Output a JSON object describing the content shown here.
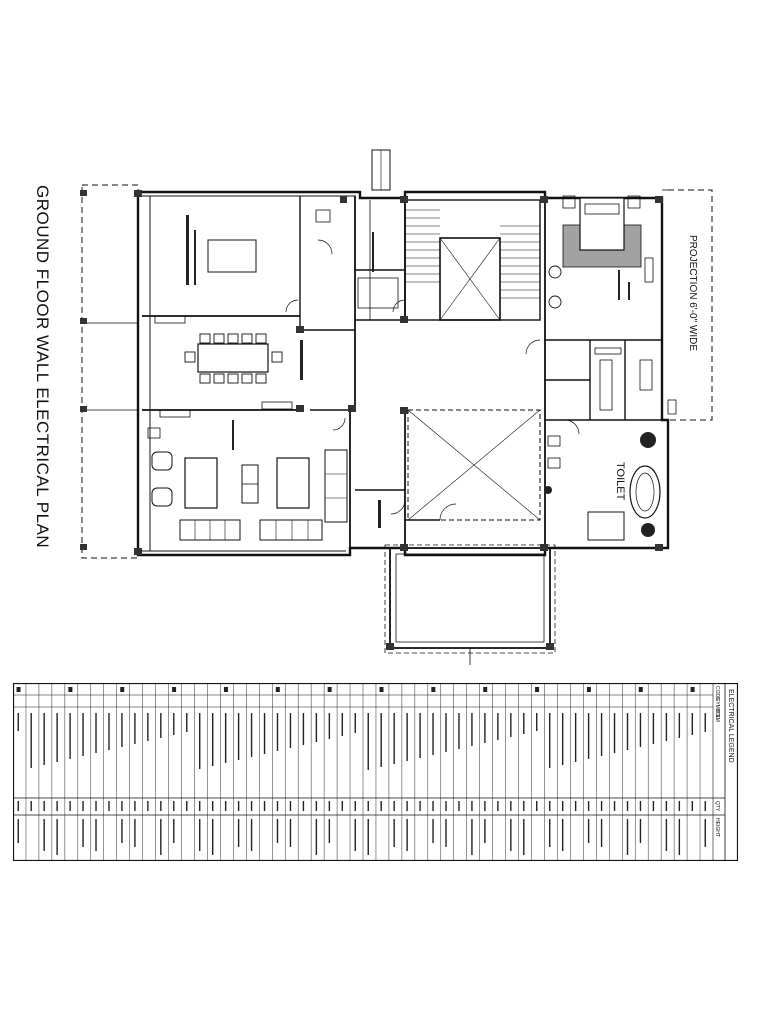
{
  "title": "GROUND FLOOR WALL ELECTRICAL PLAN",
  "rooms": {
    "toilet": "TOILET",
    "projection": "PROJECTION 6'-0\" WIDE"
  },
  "legend": {
    "title": "ELECTRICAL LEGEND",
    "headers": [
      "CODE",
      "SYMBOL",
      "ITEM",
      "QTY",
      "HEIGHT"
    ]
  },
  "colors": {
    "ink": "#111111",
    "hatch": "#444444",
    "paper": "#ffffff"
  }
}
